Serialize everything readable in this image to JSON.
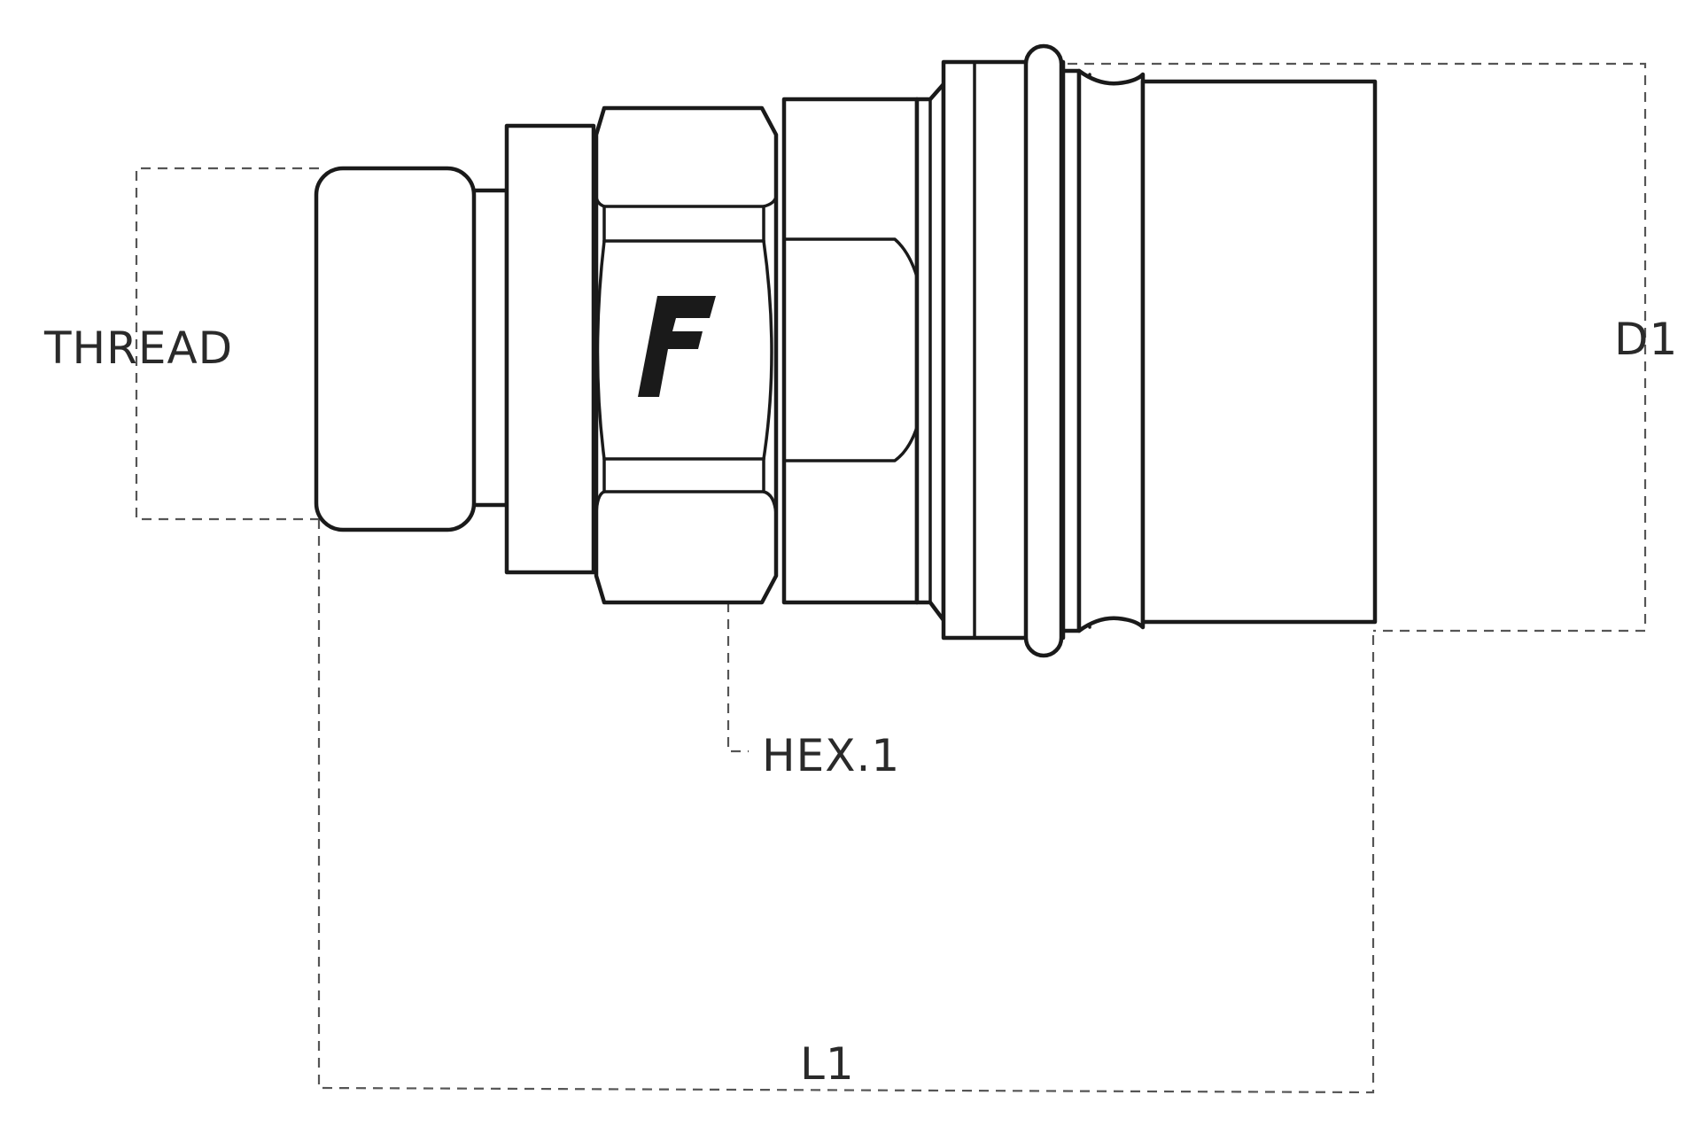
{
  "labels": {
    "thread": "THREAD",
    "hex1": "HEX.1",
    "d1": "D1",
    "l1": "L1"
  },
  "colors": {
    "outline": "#1a1a1a",
    "dimension_line": "#555555",
    "label": "#2a2a2a",
    "background": "#ffffff"
  },
  "icons": {
    "brand_logo": "letter-f-logo-icon"
  }
}
